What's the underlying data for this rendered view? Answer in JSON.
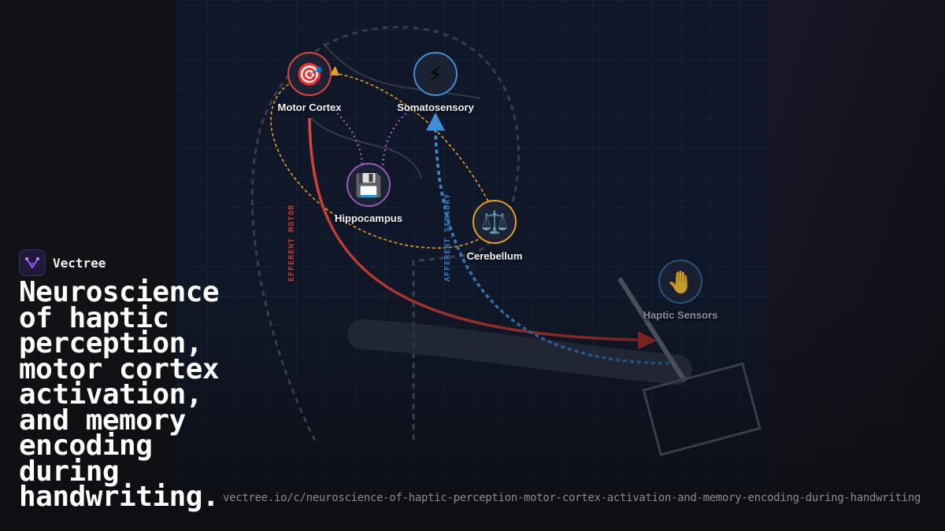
{
  "brand": {
    "name": "Vectree",
    "icon": "vectree-logo-icon"
  },
  "headline": "Neuroscience of haptic perception, motor cortex activation, and memory encoding during handwriting.",
  "url": "vectree.io/c/neuroscience-of-haptic-perception-motor-cortex-activation-and-memory-encoding-during-handwriting",
  "diagram": {
    "nodes": [
      {
        "id": "motor",
        "label": "Motor Cortex",
        "icon": "target-icon",
        "glyph": "🎯",
        "color": "#e0463a"
      },
      {
        "id": "soma",
        "label": "Somatosensory",
        "icon": "lightning-icon",
        "glyph": "⚡",
        "color": "#3f8fd6"
      },
      {
        "id": "hippo",
        "label": "Hippocampus",
        "icon": "floppy-disk-icon",
        "glyph": "💾",
        "color": "#9b59b6"
      },
      {
        "id": "cereb",
        "label": "Cerebellum",
        "icon": "balance-scale-icon",
        "glyph": "⚖️",
        "color": "#e8a020"
      },
      {
        "id": "haptic",
        "label": "Haptic Sensors",
        "icon": "raised-hand-icon",
        "glyph": "🤚",
        "color": "#3f8fd6"
      }
    ],
    "pathways": {
      "efferent": "EFFERENT MOTOR",
      "afferent": "AFFERENT SENSORY"
    },
    "colors": {
      "efferent": "#e0463a",
      "afferent": "#3f8fd6",
      "memory": "#9b59b6",
      "cerebellar": "#e8a020"
    }
  }
}
